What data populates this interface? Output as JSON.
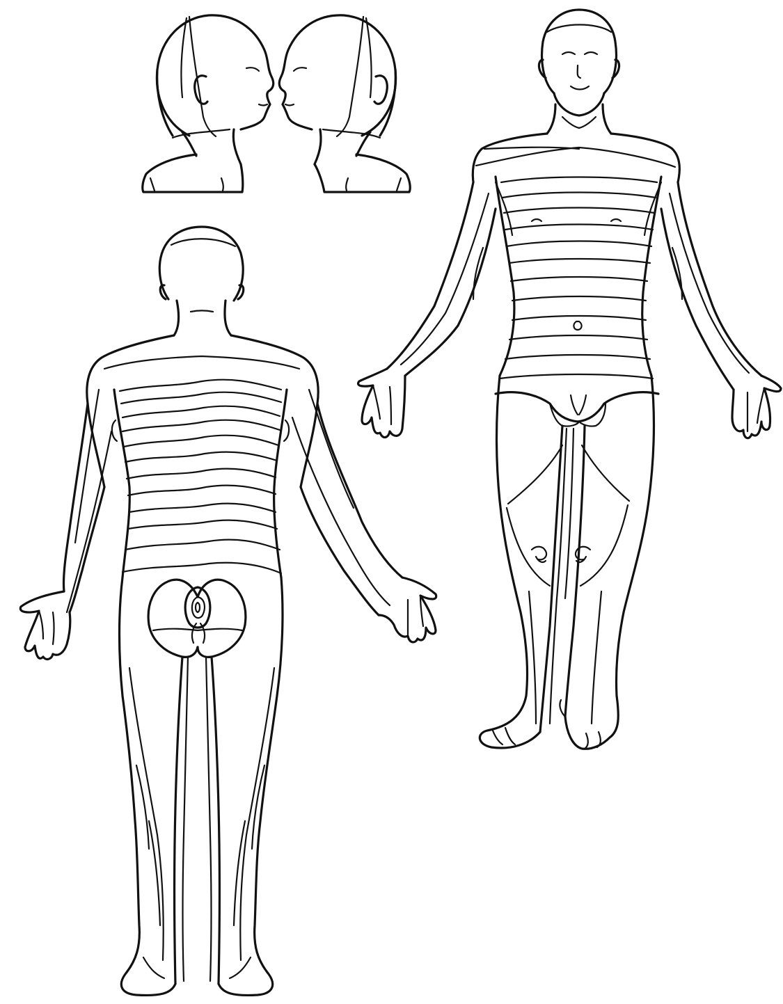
{
  "figure": {
    "views": [
      {
        "id": "head-right-profile",
        "icon": "head-right-profile-icon"
      },
      {
        "id": "head-left-profile",
        "icon": "head-left-profile-icon"
      },
      {
        "id": "body-posterior",
        "icon": "body-posterior-icon"
      },
      {
        "id": "body-anterior",
        "icon": "body-anterior-icon"
      }
    ],
    "colors": {
      "background": "#ffffff",
      "outline": "#111111"
    }
  }
}
